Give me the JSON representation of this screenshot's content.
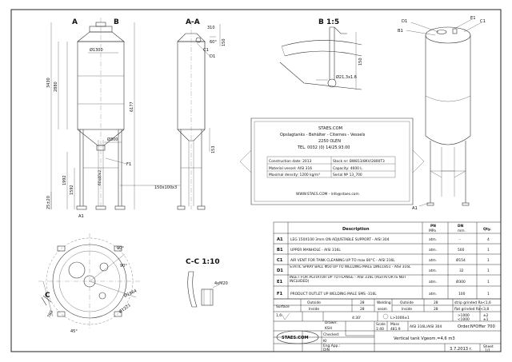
{
  "views": {
    "front": {
      "mark_a": "A",
      "mark_b": "B",
      "mark_f1": "F1",
      "mark_a1": "A1",
      "dim_total": "6177",
      "dim_shell": "3430",
      "dim_cyl": "2880",
      "dim_leg": "1992",
      "dim_leg2": "1592",
      "dim_small": "25±20",
      "dim_dia": "Ø1300",
      "dim_outlet": "Ø300",
      "dim_profile": "60x40x2",
      "dim_beam": "150x100x3"
    },
    "section_aa": {
      "title": "A-A",
      "mark_c1": "C1",
      "mark_d1": "D1",
      "dim_310": "310",
      "dim_150": "150",
      "dim_60": "60°",
      "dim_153": "153"
    },
    "detail_b": {
      "title": "B 1:5",
      "dim_150": "150",
      "dim_pipe": "Ø21,3x1.6"
    },
    "top": {
      "mark_c": "C",
      "dim_45": "45°",
      "dim_90a": "90°",
      "dim_90b": "90°",
      "dim_1964": "Ø1964",
      "dim_1221": "Ø1221",
      "dim_780": "780"
    },
    "section_cc": {
      "title": "C-C  1:10",
      "dim_m20": "4xM20"
    },
    "iso": {
      "mark_d1": "D1",
      "mark_b1": "B1",
      "mark_e1": "E1",
      "mark_c1": "C1",
      "mark_a1": "A1"
    }
  },
  "nameplate": {
    "brand": "STAES.COM",
    "line1": "Opslagtanks - Behälter - Citernes - Vessels",
    "line2": "2250 OLEN",
    "line3": "TEL. 0032 (0) 14/25.93.00",
    "rows": [
      {
        "k": "Construction date: 2013",
        "v": "Stock nr: BW813/8KV/2800T3"
      },
      {
        "k": "Material vessel: AISI 316",
        "v": "Capacity: 4600 L"
      },
      {
        "k": "Maximal density: 1200 kg/m³",
        "v": "Serial Nº 13_700"
      }
    ],
    "footer": "WWW.STAES.COM  -  info@staes.com"
  },
  "parts": {
    "headers": {
      "pos": "",
      "desc": "Description",
      "pn": "PN",
      "pn_unit": "MPa",
      "dn": "DN",
      "dn_unit": "mm.",
      "qty": "Qty."
    },
    "rows": [
      {
        "pos": "A1",
        "desc": "LEG 150X100 3mm ON ADJUSTABLE SUPPORT - AISI 304",
        "pn": "atm.",
        "dn": "-",
        "qty": "4"
      },
      {
        "pos": "B1",
        "desc": "UPPER MANHOLE - AISI 316L",
        "pn": "atm.",
        "dn": "500",
        "qty": "1"
      },
      {
        "pos": "C1",
        "desc": "AIR VENT  FOR TANK CLEANING UP TO max 80°C - AISI 316L",
        "pn": "atm.",
        "dn": "Ø154",
        "qty": "1"
      },
      {
        "pos": "D1",
        "desc": "STATIC SPRAY BALL Φ50 UP TO WELDING MALE  DIN11851 - AISI 316L",
        "pn": "atm.",
        "dn": "32",
        "qty": "1"
      },
      {
        "pos": "E1",
        "desc": "INLET FOR AGITATOR UP TO FLANGE - AISI 316L (AGITATOR IS NOT INCLUDED)",
        "pn": "atm.",
        "dn": "Ø300",
        "qty": "1"
      },
      {
        "pos": "F1",
        "desc": "PRODUCT OUTLET UP WELDING MALE SMS -316L",
        "pn": "atm.",
        "dn": "100",
        "qty": "1"
      }
    ]
  },
  "titleblock": {
    "surface": "Surface",
    "outside": "Outside",
    "inside": "Inside",
    "outside_v": "28",
    "inside_v": "28",
    "welding": "Welding",
    "seam": "seam",
    "outside2": "Outside",
    "inside2": "Inside",
    "outside2_v": "28",
    "inside2_v": "28",
    "strip": "strip grinded Ra<1,6",
    "flat": "flat grinded Ra<3,8",
    "tol1": ">1000",
    "tol2": "<1000",
    "tol1_v": "±2",
    "tol2_v": "±1",
    "angle": "4:30'",
    "len": "L>1000±1",
    "drawn": "Drawn:",
    "drawn_v": "KSH",
    "checked": "Checked:",
    "checked_v": "KI",
    "eng": "Eng.App.:",
    "eng_v": "DIN",
    "scale": "Scale",
    "scale_v": "1:40",
    "mass": "Mass",
    "mass_v": "481.9",
    "mat": "AISI 316L/AISI 304",
    "order": "Order.NºOffer 700",
    "title": "Vertical tank Vgeom.=4,6 m3",
    "date": "3.7.2013 r.",
    "sheet": "Sheet",
    "sheet_v": "1/1",
    "logo": "STAES.COM",
    "finish": "1,6"
  }
}
